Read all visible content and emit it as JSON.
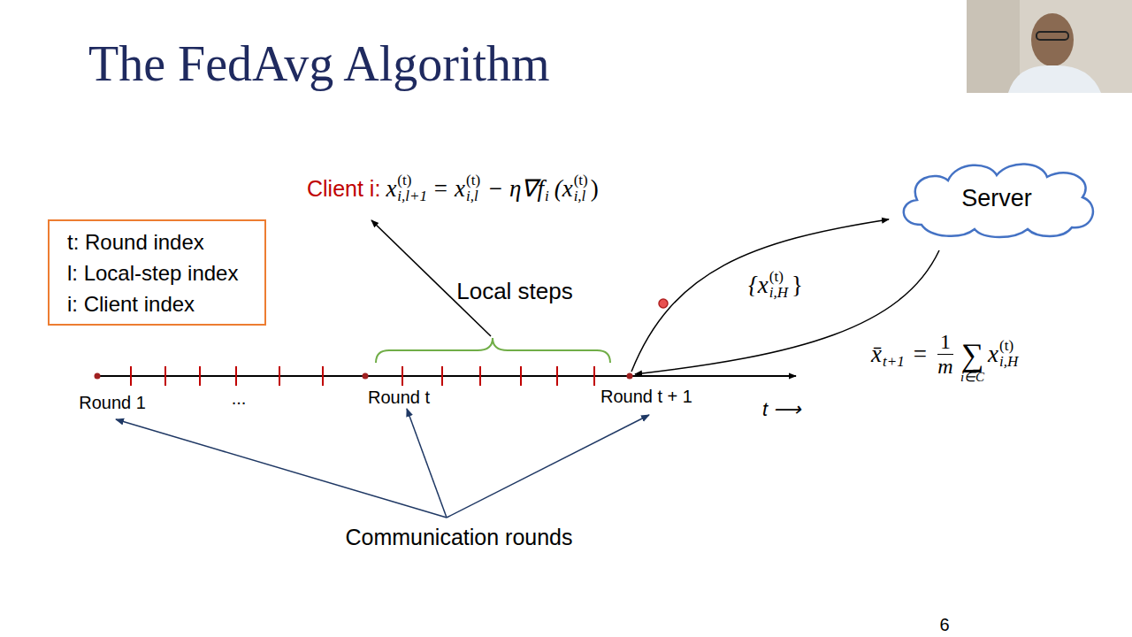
{
  "diagram": {
    "title": "The FedAvg Algorithm",
    "nodes": [
      {
        "text": [
          "t: Round index",
          "l: Local-step index",
          "i: Client index"
        ]
      },
      {
        "text": [
          "Server"
        ]
      }
    ],
    "labels": [
      "Client i:",
      "x",
      "(t)",
      "i,l+1",
      "= x",
      "(t)",
      "i,l",
      "− η∇f",
      "i",
      "(x",
      "(t)",
      "i,l",
      ")",
      "Local steps",
      "{x",
      "(t)",
      "i,H",
      "}",
      "x̄",
      "t+1",
      "=",
      "1",
      "m",
      "∑",
      "i∈C",
      "x",
      "(t)",
      "i,H",
      "Round 1",
      "...",
      "Round t",
      "Round t + 1",
      "t ⟶",
      "Communication rounds",
      "6"
    ]
  }
}
